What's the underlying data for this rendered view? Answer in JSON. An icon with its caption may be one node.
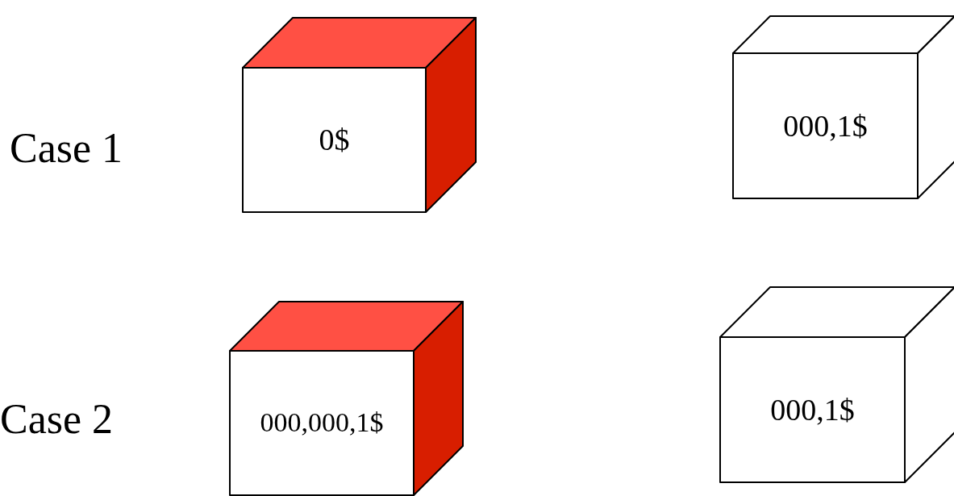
{
  "diagram": {
    "nodes": [
      {
        "text": [
          "0$"
        ]
      },
      {
        "text": [
          "000,1$"
        ]
      },
      {
        "text": [
          "000,000,1$"
        ]
      },
      {
        "text": [
          "000,1$"
        ]
      }
    ],
    "labels": [
      "Case 1",
      "Case 2"
    ]
  }
}
